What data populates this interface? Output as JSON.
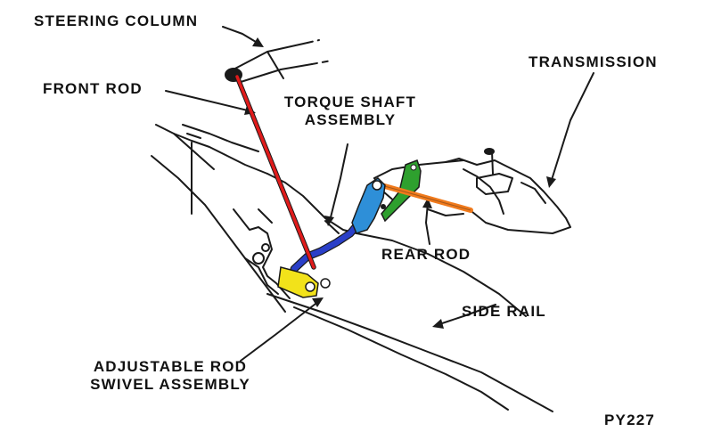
{
  "labels": {
    "steering_column": "STEERING COLUMN",
    "front_rod": "FRONT ROD",
    "torque_shaft_line1": "TORQUE SHAFT",
    "torque_shaft_line2": "ASSEMBLY",
    "transmission": "TRANSMISSION",
    "rear_rod": "REAR ROD",
    "side_rail": "SIDE RAIL",
    "swivel_line1": "ADJUSTABLE ROD",
    "swivel_line2": "SWIVEL ASSEMBLY",
    "figure_code": "PY227"
  },
  "colors": {
    "front_rod": "#e01b1b",
    "torque_shaft": "#2a3fc8",
    "torque_shaft_lever": "#2e8fd8",
    "rear_rod": "#f07a1c",
    "transmission_bracket": "#2ea02e",
    "swivel": "#f2e21a",
    "line_art": "#1a1a1a"
  }
}
